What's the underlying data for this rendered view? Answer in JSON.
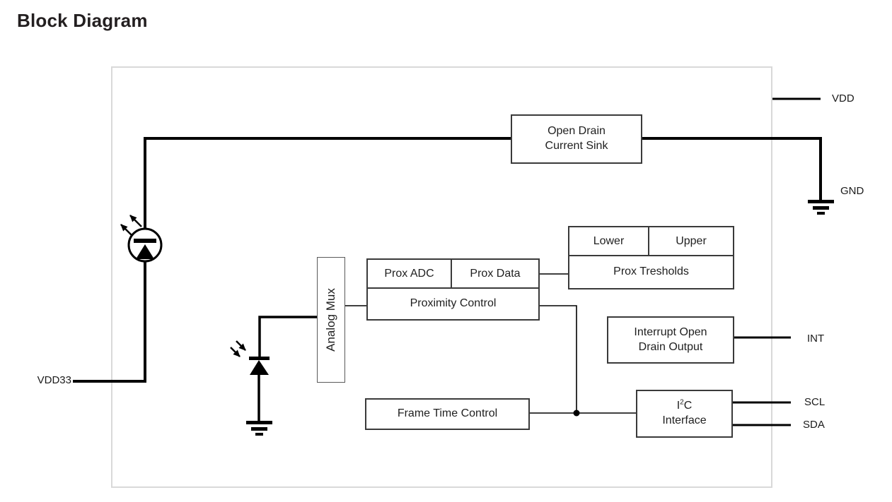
{
  "title": "Block Diagram",
  "chip": {
    "blocks": {
      "open_drain_line1": "Open Drain",
      "open_drain_line2": "Current Sink",
      "prox_adc": "Prox ADC",
      "prox_data": "Prox Data",
      "proximity_control": "Proximity Control",
      "threshold_lower": "Lower",
      "threshold_upper": "Upper",
      "prox_thresholds": "Prox Tresholds",
      "analog_mux": "Analog Mux",
      "interrupt_line1": "Interrupt Open",
      "interrupt_line2": "Drain Output",
      "i2c_base": "I",
      "i2c_sup": "2",
      "i2c_suffix": "C",
      "i2c_line2": "Interface",
      "frame_time": "Frame Time Control"
    },
    "pins": {
      "vdd": "VDD",
      "gnd": "GND",
      "int": "INT",
      "scl": "SCL",
      "sda": "SDA",
      "vdd33": "VDD33"
    },
    "icons": {
      "ir_led": "ir-led-symbol",
      "photodiode": "photodiode-symbol",
      "ground": "ground-symbol",
      "junction": "junction-dot"
    },
    "colors": {
      "chip_outline": "#d9d9d9",
      "block_border": "#3a3a3a",
      "wire": "#000000",
      "text": "#1f1f1f"
    }
  }
}
